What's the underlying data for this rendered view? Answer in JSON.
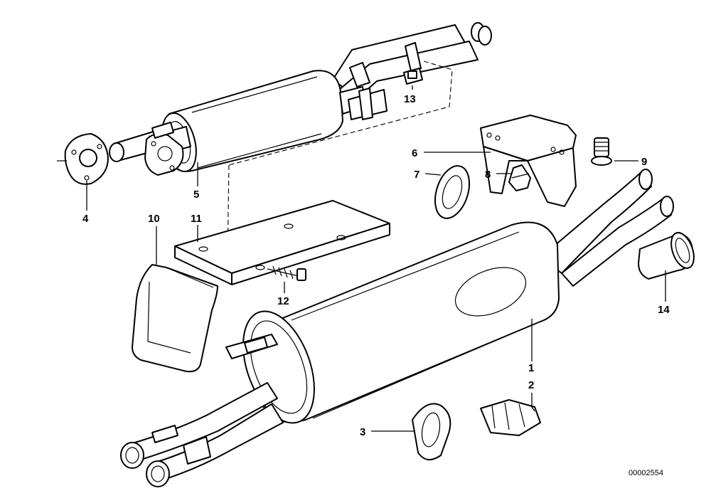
{
  "callouts": [
    {
      "id": "1",
      "label": "1",
      "part": "rear silencer"
    },
    {
      "id": "2",
      "label": "2",
      "part": "rubber mount"
    },
    {
      "id": "3",
      "label": "3",
      "part": "rubber ring"
    },
    {
      "id": "4",
      "label": "4",
      "part": "flange gasket"
    },
    {
      "id": "5",
      "label": "5",
      "part": "front silencer"
    },
    {
      "id": "6",
      "label": "6",
      "part": "hanger bracket"
    },
    {
      "id": "7",
      "label": "7",
      "part": "rubber ring"
    },
    {
      "id": "8",
      "label": "8",
      "part": "rubber buffer"
    },
    {
      "id": "9",
      "label": "9",
      "part": "bolt"
    },
    {
      "id": "10",
      "label": "10",
      "part": "heat shield"
    },
    {
      "id": "11",
      "label": "11",
      "part": "support bracket"
    },
    {
      "id": "12",
      "label": "12",
      "part": "screw"
    },
    {
      "id": "13",
      "label": "13",
      "part": "clip nut"
    },
    {
      "id": "14",
      "label": "14",
      "part": "tail pipe trim"
    }
  ],
  "document_number": "00002554",
  "colors": {
    "line": "#000000",
    "background": "#ffffff"
  }
}
